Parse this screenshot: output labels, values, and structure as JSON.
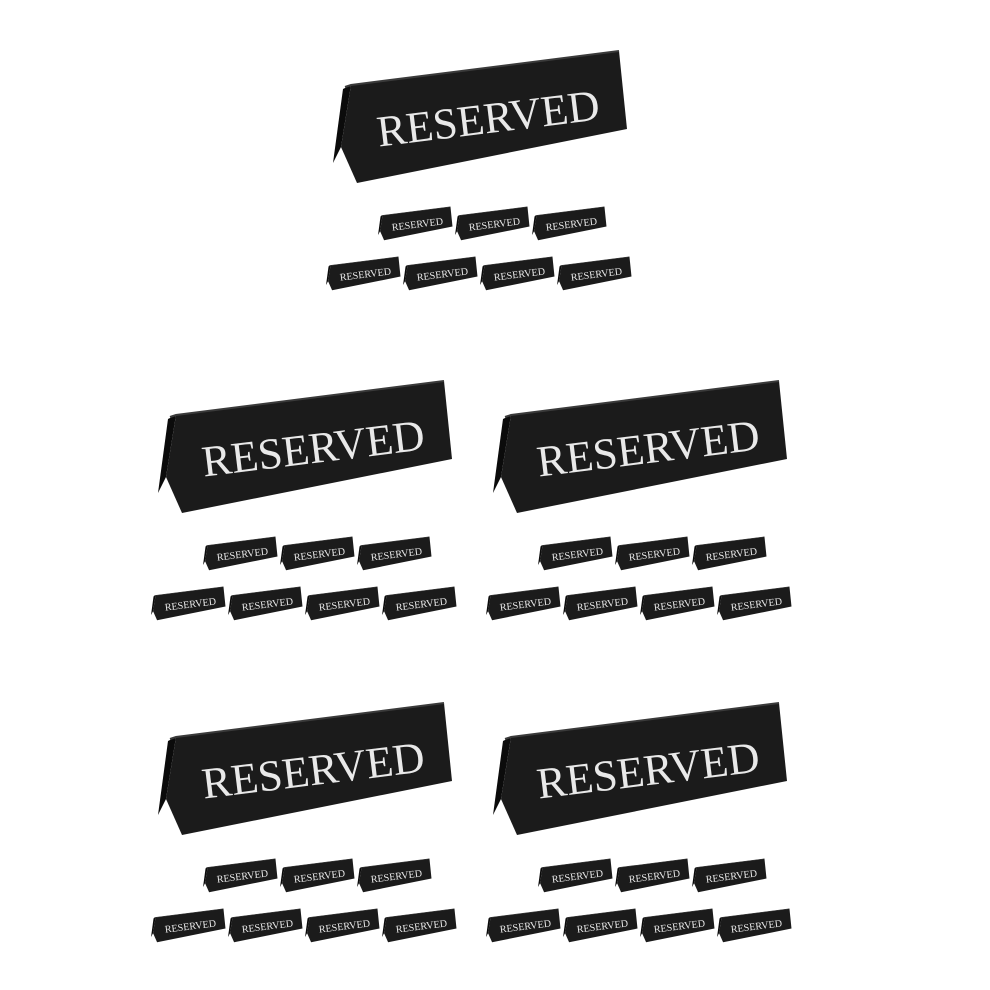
{
  "product": {
    "sign_text": "RESERVED",
    "colors": {
      "sign_body": "#1b1b1b",
      "sign_side": "#0b0b0b",
      "sign_edge": "#3a3a3a",
      "lettering": "#e9e9e9",
      "background": "#ffffff"
    }
  },
  "groups": [
    {
      "id": "group-top",
      "large_sign_count": 1,
      "small_sign_rows": [
        3,
        4
      ]
    },
    {
      "id": "group-middle-left",
      "large_sign_count": 1,
      "small_sign_rows": [
        3,
        4
      ]
    },
    {
      "id": "group-middle-right",
      "large_sign_count": 1,
      "small_sign_rows": [
        3,
        4
      ]
    },
    {
      "id": "group-bottom-left",
      "large_sign_count": 1,
      "small_sign_rows": [
        3,
        4
      ]
    },
    {
      "id": "group-bottom-right",
      "large_sign_count": 1,
      "small_sign_rows": [
        3,
        4
      ]
    }
  ]
}
